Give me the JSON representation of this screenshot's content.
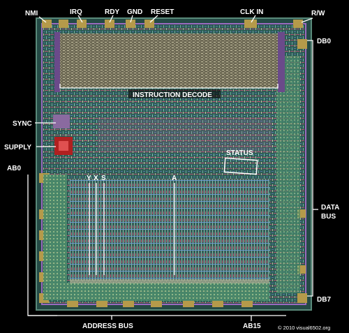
{
  "pin_labels_top": [
    "NMI",
    "IRQ",
    "RDY",
    "GND",
    "RESET",
    "CLK IN",
    "R/W"
  ],
  "region_labels": {
    "instruction_decode": "INSTRUCTION DECODE",
    "status": "STATUS",
    "sync": "SYNC",
    "supply": "SUPPLY",
    "ab0": "AB0",
    "ab15": "AB15",
    "address_bus": "ADDRESS BUS",
    "db0": "DB0",
    "db7": "DB7",
    "data_bus_line1": "DATA",
    "data_bus_line2": "BUS"
  },
  "register_labels": [
    "Y",
    "X",
    "S",
    "A"
  ],
  "copyright": "© 2010 visual6502.org",
  "colors": {
    "background": "#000000",
    "die": "#3a7a6a",
    "metal": "#7fb3a8",
    "poly": "#8a6a9a",
    "pad": "#b59a4a",
    "supply": "#b02020",
    "label": "#ffffff"
  }
}
